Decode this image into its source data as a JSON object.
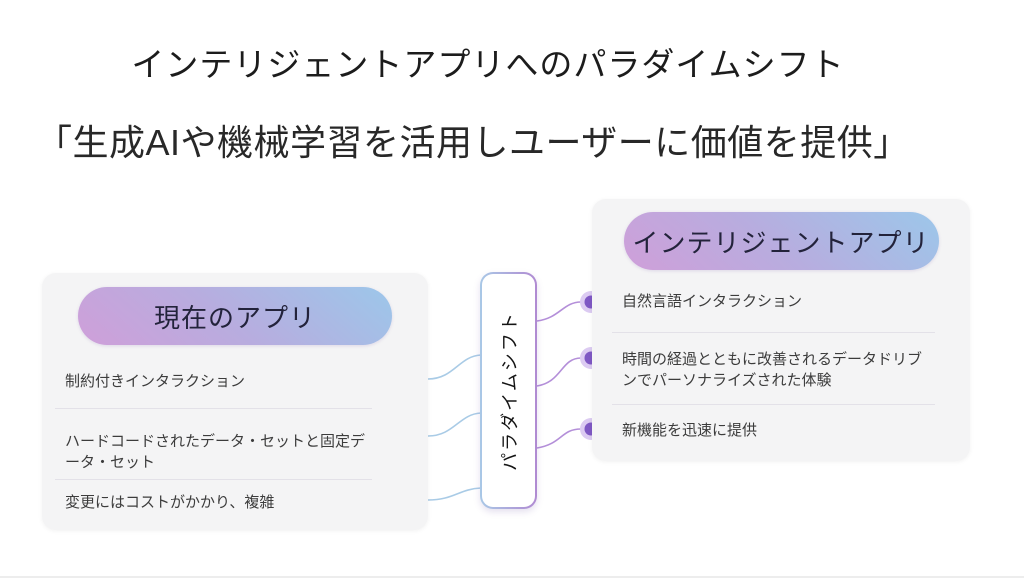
{
  "slide": {
    "title": "インテリジェントアプリへのパラダイムシフト",
    "subtitle": "「生成AIや機械学習を活用しユーザーに価値を提供」"
  },
  "current_app": {
    "header": "現在のアプリ",
    "items": [
      "制約付きインタラクション",
      "ハードコードされたデータ・セットと固定データ・セット",
      "変更にはコストがかかり、複雑"
    ]
  },
  "paradigm_shift": {
    "label": "パラダイムシフト"
  },
  "intelligent_app": {
    "header": "インテリジェントアプリ",
    "items": [
      "自然言語インタラクション",
      "時間の経過とともに改善されるデータドリブンでパーソナライズされた体験",
      "新機能を迅速に提供"
    ]
  },
  "colors": {
    "pill_gradient_start": "#cf9fd9",
    "pill_gradient_mid": "#b7addf",
    "pill_gradient_end": "#9cc7ea",
    "connector_blue": "#a9cbe6",
    "connector_purple": "#b48fd9",
    "dot_inner": "#7f58c4",
    "dot_ring": "#dccbf2",
    "card_background": "#f4f4f5"
  }
}
